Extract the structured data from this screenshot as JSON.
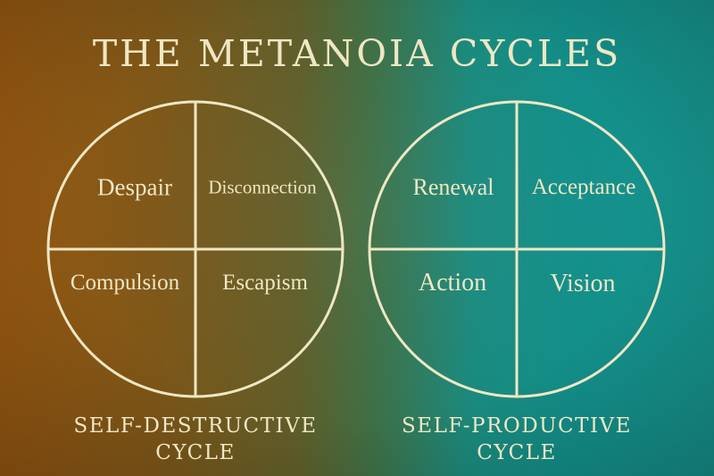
{
  "title": "THE METANOIA CYCLES",
  "colors": {
    "text": "#efe7c4",
    "line": "#efe7c4",
    "left_bg": "#9a5a12",
    "right_bg": "#138f8a"
  },
  "cycles": [
    {
      "segments": [
        "Despair",
        "Disconnection",
        "Compulsion",
        "Escapism"
      ],
      "caption_line1": "SELF-DESTRUCTIVE",
      "caption_line2": "CYCLE"
    },
    {
      "segments": [
        "Renewal",
        "Acceptance",
        "Action",
        "Vision"
      ],
      "caption_line1": "SELF-PRODUCTIVE",
      "caption_line2": "CYCLE"
    }
  ]
}
